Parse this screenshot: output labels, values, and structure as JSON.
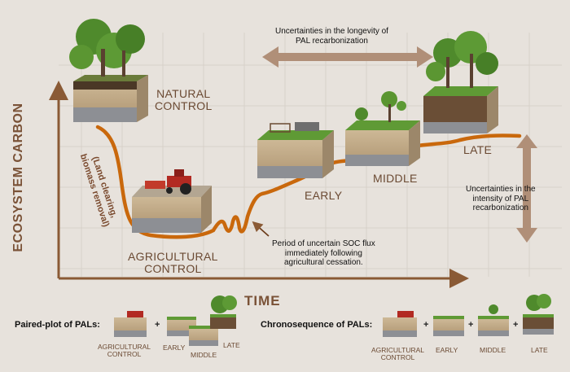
{
  "axes": {
    "y_label": "ECOSYSTEM CARBON",
    "x_label": "TIME"
  },
  "stages": {
    "natural_control": "NATURAL\nCONTROL",
    "agricultural_control": "AGRICULTURAL\nCONTROL",
    "early": "EARLY",
    "middle": "MIDDLE",
    "late": "LATE"
  },
  "annotations": {
    "land_clearing": "(Land clearing,\nbiomass removal)",
    "longevity": "Uncertainties in the longevity of\nPAL recarbonization",
    "intensity": "Uncertainties in the\nintensity of PAL\nrecarbonization",
    "soc_flux": "Period of uncertain SOC flux\nimmediately following\nagricultural cessation."
  },
  "legend": {
    "paired_plot_title": "Paired-plot of PALs:",
    "chronosequence_title": "Chronosequence of PALs:",
    "agricultural_control": "AGRICULTURAL\nCONTROL",
    "early": "EARLY",
    "middle": "MIDDLE",
    "late": "LATE",
    "plus": "+"
  },
  "colors": {
    "curve": "#c9680c",
    "axis": "#8a5a35",
    "arrow": "#b08f78",
    "label": "#6b4a33",
    "grass": "#5f9a35",
    "soil": "#d8c8aa",
    "rock": "#8d8f94",
    "tree": "#4f8a2c"
  }
}
